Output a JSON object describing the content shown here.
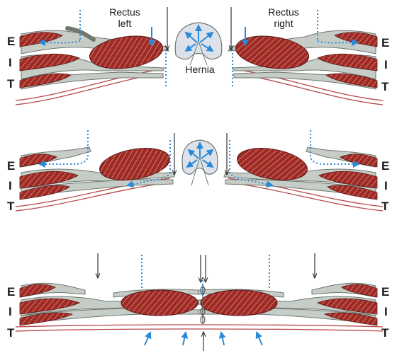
{
  "labels": {
    "rectus_left_line1": "Rectus",
    "rectus_left_line2": "left",
    "rectus_right_line1": "Rectus",
    "rectus_right_line2": "right",
    "hernia": "Hernia"
  },
  "layers": [
    "E",
    "I",
    "T"
  ],
  "colors": {
    "muscle": "#a02828",
    "muscle_hatch": "#d9b070",
    "fascia": "#c6ccc6",
    "fascia_stroke": "#6f776f",
    "arrow_blue": "#2a8ad8",
    "arrow_dark": "#333333",
    "peritoneum": "#b84848",
    "hernia_sac": "#dde2ea"
  }
}
